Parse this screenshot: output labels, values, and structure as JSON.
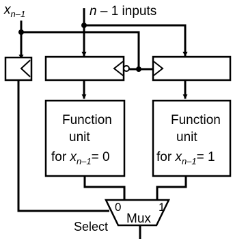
{
  "labels": {
    "x_var": "x",
    "x_sub": "n–1",
    "inputs_label": "n – 1 inputs",
    "inputs_n": "n",
    "inputs_rest": " – 1 inputs",
    "function_unit_0": {
      "line1": "Function",
      "line2": "unit",
      "line3_prefix": "for ",
      "line3_var": "x",
      "line3_sub": "n–1",
      "line3_suffix": "= 0"
    },
    "function_unit_1": {
      "line1": "Function",
      "line2": "unit",
      "line3_prefix": "for ",
      "line3_var": "x",
      "line3_sub": "n–1",
      "line3_suffix": "= 1"
    },
    "mux": "Mux",
    "mux_in0": "0",
    "mux_in1": "1",
    "select": "Select"
  },
  "colors": {
    "line": "#000000",
    "background": "#ffffff"
  }
}
